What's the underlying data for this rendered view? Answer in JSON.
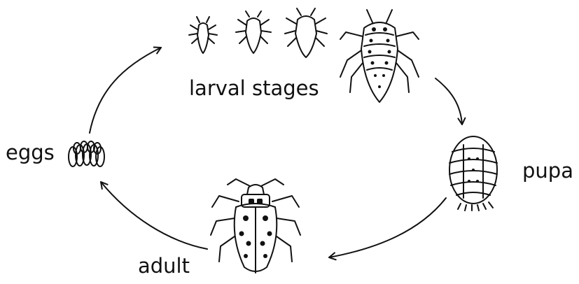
{
  "diagram": {
    "stages": [
      {
        "id": "larval",
        "label": "larval stages"
      },
      {
        "id": "pupa",
        "label": "pupa"
      },
      {
        "id": "adult",
        "label": "adult"
      },
      {
        "id": "eggs",
        "label": "eggs"
      }
    ],
    "icons": [
      "larva-icon",
      "pupa-icon",
      "adult-beetle-icon",
      "eggs-icon",
      "cycle-arrow-icon"
    ],
    "ink_color": "#111111"
  }
}
